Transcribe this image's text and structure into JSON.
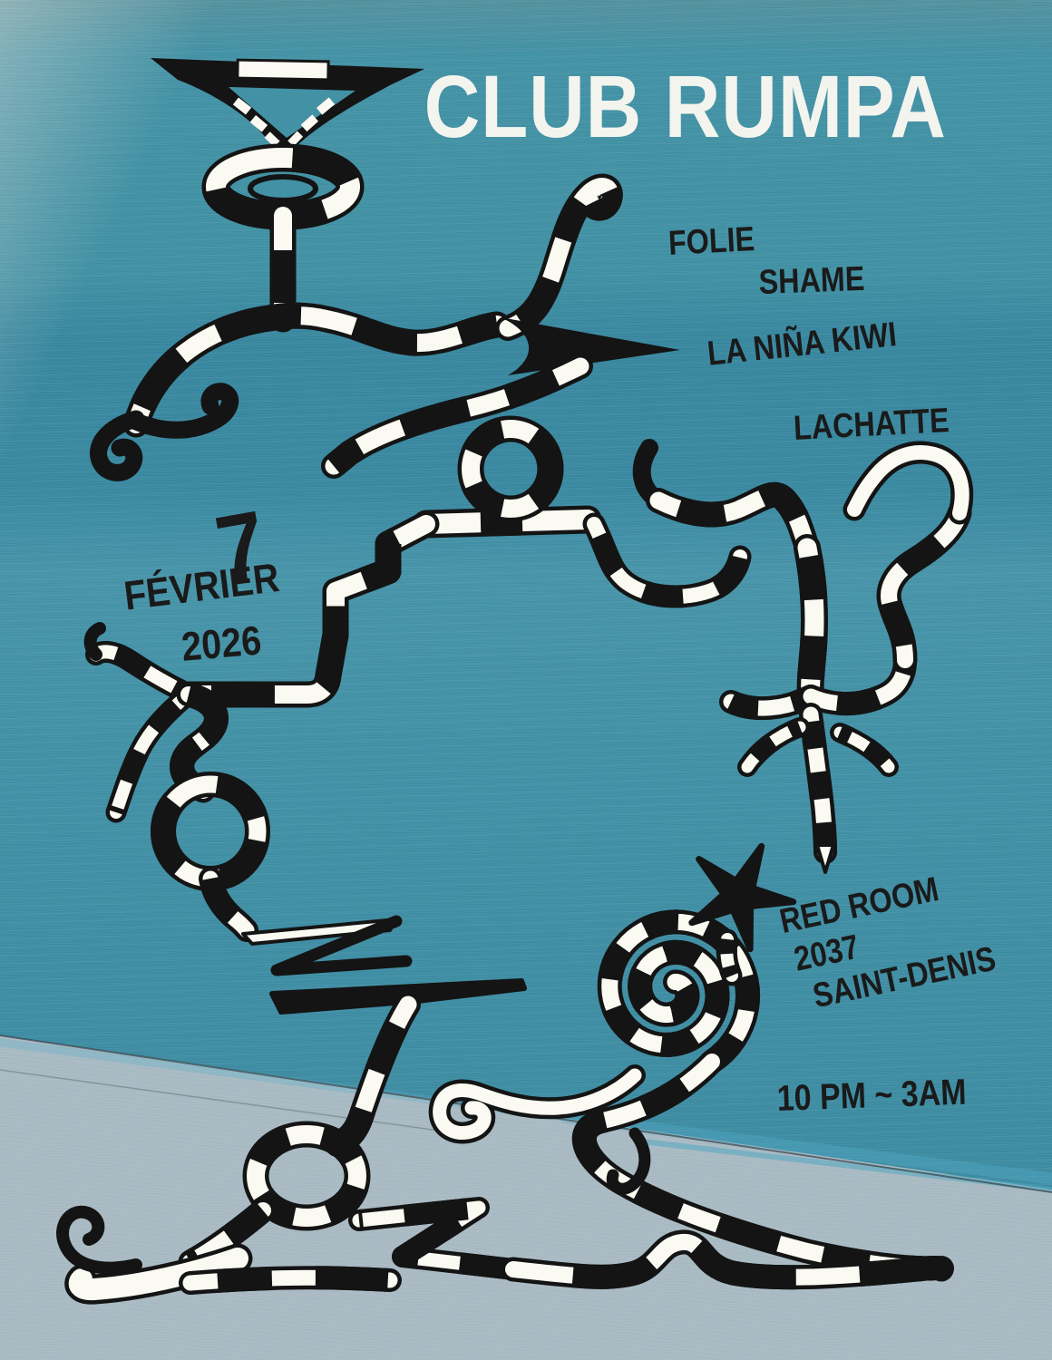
{
  "poster": {
    "title": "CLUB RUMPA",
    "lineup": [
      "FOLIE",
      "SHAME",
      "LA NIÑA KIWI",
      "LACHATTE"
    ],
    "date": {
      "day": "7",
      "month": "FÉVRIER",
      "year": "2026"
    },
    "venue": {
      "line1": "RED ROOM",
      "line2": "2037",
      "line3": "SAINT-DENIS"
    },
    "time": "10 PM ~ 3AM",
    "colors": {
      "sea_teal": "#4291a4",
      "teal_band_dark": "#38879f",
      "sand_grey": "#a9bac3",
      "ink": "#141414",
      "paper": "#fafaf2",
      "title_white": "#f3f4ee",
      "crease_blue": "#55b0ca"
    },
    "artwork_elements": [
      "martini-glass-icon",
      "moustache-curl-icon",
      "wave-tube",
      "hook-curl-icon",
      "arrow-wedge-icon",
      "lifebuoy-ring-icon",
      "staircase-tube",
      "branch-tube",
      "loop-tube",
      "sea-creature-icon",
      "trident-tail-icon",
      "lightning-zigzag-icon",
      "snail-spiral-icon",
      "starfish-icon",
      "skier-ring-icon",
      "ski-foot-icon",
      "shore-tube",
      "squiggle-2-icon",
      "claw-hook-icon"
    ]
  }
}
